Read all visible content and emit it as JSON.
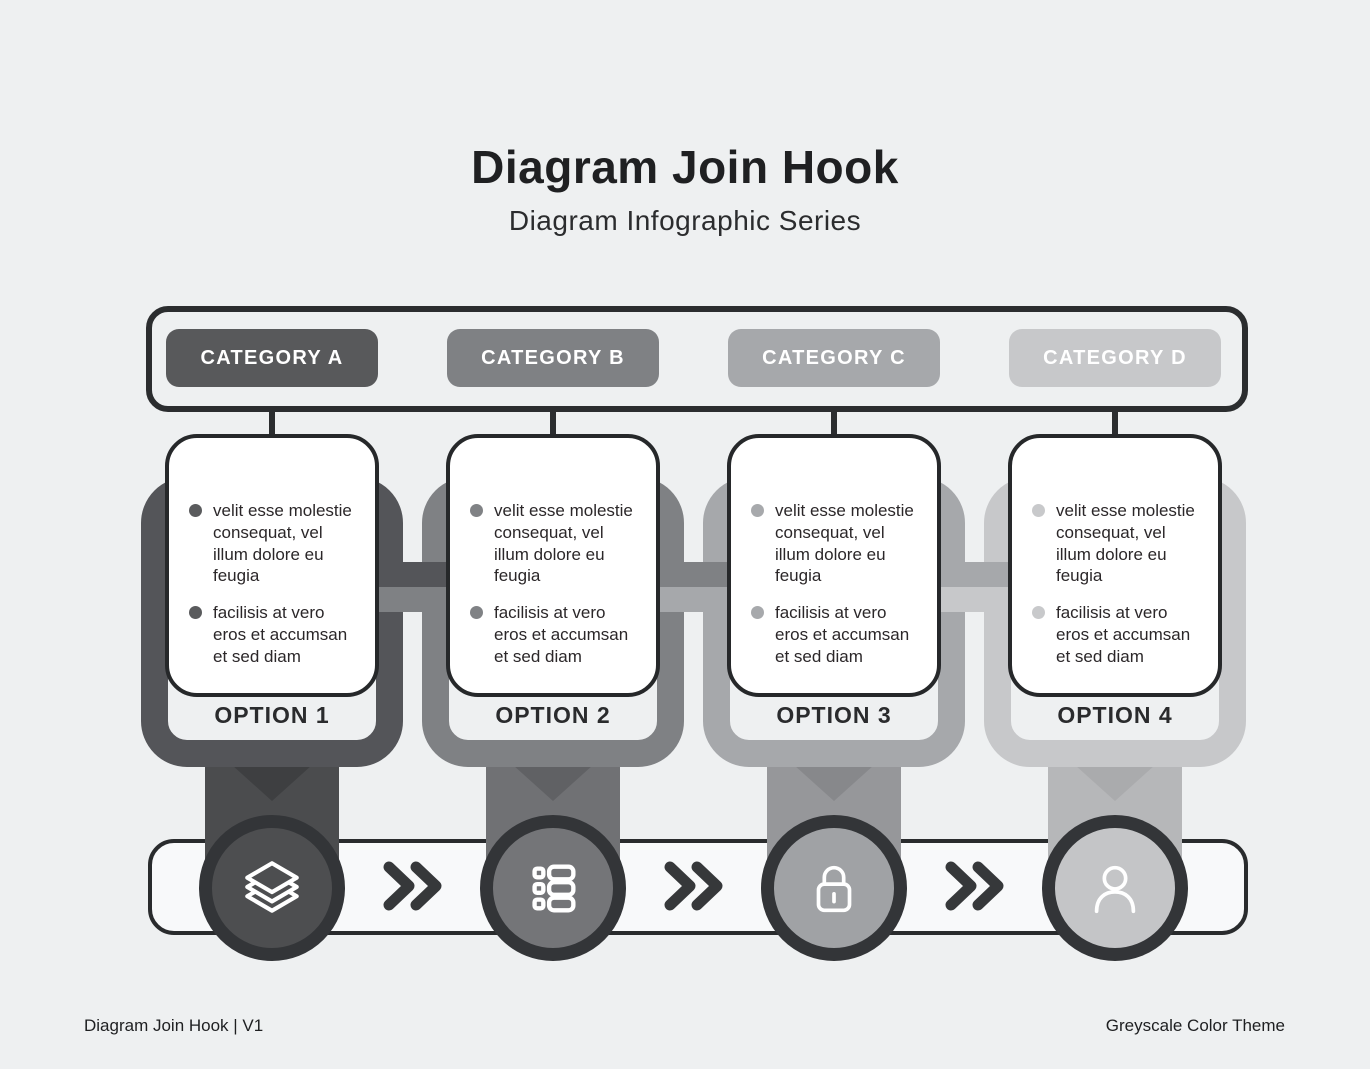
{
  "header": {
    "title": "Diagram Join Hook",
    "subtitle": "Diagram Infographic Series"
  },
  "footer": {
    "left_text": "Diagram Join Hook | V1",
    "right_text": "Greyscale Color Theme"
  },
  "theme": {
    "background": "#eef0f1",
    "outline_dark": "#2b2d2f",
    "rail_fill": "#f8f9fa",
    "chevron_color": "#36383a",
    "icon_stroke": "#ffffff",
    "body_text": "#2b2729"
  },
  "categories": [
    {
      "label": "CATEGORY A",
      "color": "#58595b"
    },
    {
      "label": "CATEGORY B",
      "color": "#7f8184"
    },
    {
      "label": "CATEGORY C",
      "color": "#a6a8ab"
    },
    {
      "label": "CATEGORY D",
      "color": "#c7c8ca"
    }
  ],
  "options": [
    {
      "label": "OPTION 1",
      "icon": "layers-icon",
      "ring_color": "#545559",
      "bar_color": "#4b4c4e",
      "notch_color": "#3e3f41",
      "circle_color": "#4d4e50",
      "bullet_color": "#5a5b5d"
    },
    {
      "label": "OPTION 2",
      "icon": "list-icon",
      "ring_color": "#7f8184",
      "bar_color": "#707174",
      "notch_color": "#606164",
      "circle_color": "#747578",
      "bullet_color": "#808285"
    },
    {
      "label": "OPTION 3",
      "icon": "lock-icon",
      "ring_color": "#a6a8ab",
      "bar_color": "#96979a",
      "notch_color": "#87888b",
      "circle_color": "#a0a2a5",
      "bullet_color": "#a7a9ac"
    },
    {
      "label": "OPTION 4",
      "icon": "user-icon",
      "ring_color": "#c7c8ca",
      "bar_color": "#b6b7b9",
      "notch_color": "#aaabad",
      "circle_color": "#c4c5c7",
      "bullet_color": "#c8c9cb"
    }
  ],
  "links": [
    {
      "top_color": "#545559",
      "bottom_color": "#7f8184"
    },
    {
      "top_color": "#7f8184",
      "bottom_color": "#a6a8ab"
    },
    {
      "top_color": "#a6a8ab",
      "bottom_color": "#c7c8ca"
    }
  ],
  "card_bullets": [
    "velit esse molestie consequat, vel illum dolore eu feugia",
    "facilisis at vero eros et accumsan et sed diam"
  ]
}
